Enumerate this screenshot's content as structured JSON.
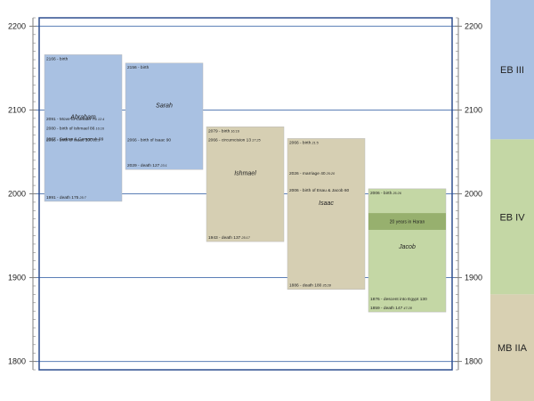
{
  "axis": {
    "min": 1790,
    "max": 2210,
    "ticks": [
      {
        "value": 2200,
        "label": "2200"
      },
      {
        "value": 2100,
        "label": "2100"
      },
      {
        "value": 2000,
        "label": "2000"
      },
      {
        "value": 1900,
        "label": "1900"
      },
      {
        "value": 1800,
        "label": "1800"
      }
    ]
  },
  "eras": [
    {
      "name": "EB III",
      "from": 2210,
      "to": 2065,
      "color": "#a9c1e2"
    },
    {
      "name": "EB IV",
      "from": 2065,
      "to": 1880,
      "color": "#c4d7a5"
    },
    {
      "name": "MB IIA",
      "from": 1880,
      "to": 1790,
      "color": "#d8d0b2"
    }
  ],
  "people": [
    {
      "name": "Abraham",
      "col": 0,
      "start": 2166,
      "end": 1991,
      "color": "#a9c1e2",
      "events": [
        {
          "year": 2166,
          "text": "2166 - birth",
          "ref": ""
        },
        {
          "year": 2091,
          "text": "2091 - Move to Canaan 75",
          "ref": "12:4"
        },
        {
          "year": 2080,
          "text": "2080 - birth of Ishmael 86",
          "ref": "16:16"
        },
        {
          "year": 2067,
          "text": "2067 - Sodom & Gomorrah 99",
          "ref": ""
        },
        {
          "year": 2066,
          "text": "2066 - birth of Isaac 100",
          "ref": "21:5"
        },
        {
          "year": 1991,
          "text": "1991 - death 175",
          "ref": "25:7"
        }
      ]
    },
    {
      "name": "Sarah",
      "col": 1,
      "start": 2156,
      "end": 2029,
      "color": "#a9c1e2",
      "events": [
        {
          "year": 2156,
          "text": "2156 - birth",
          "ref": ""
        },
        {
          "year": 2066,
          "text": "2066 - birth of Isaac 90",
          "ref": ""
        },
        {
          "year": 2029,
          "text": "2029 - death 127",
          "ref": "23:1"
        }
      ]
    },
    {
      "name": "Ishmael",
      "col": 2,
      "start": 2080,
      "end": 1943,
      "color": "#d6cfb3",
      "events": [
        {
          "year": 2080,
          "text": "2079 - birth",
          "ref": "16:16"
        },
        {
          "year": 2066,
          "text": "2066 - circumcision 13",
          "ref": "17:25"
        },
        {
          "year": 1943,
          "text": "1943 - death 137",
          "ref": "25:17"
        }
      ]
    },
    {
      "name": "Isaac",
      "col": 3,
      "start": 2066,
      "end": 1886,
      "color": "#d6cfb3",
      "events": [
        {
          "year": 2066,
          "text": "2066 - birth",
          "ref": "21:5"
        },
        {
          "year": 2026,
          "text": "2026 - marriage 40",
          "ref": "25:20"
        },
        {
          "year": 2006,
          "text": "2006 - birth of Esau & Jacob 60",
          "ref": ""
        },
        {
          "year": 1886,
          "text": "1886 - death 180",
          "ref": "35:28"
        }
      ]
    },
    {
      "name": "Jacob",
      "col": 4,
      "start": 2006,
      "end": 1859,
      "color": "#c4d7a5",
      "events": [
        {
          "year": 2006,
          "text": "2006 - birth",
          "ref": "25:26"
        },
        {
          "year": 1876,
          "text": "1876 - descent into Egypt 130",
          "ref": ""
        },
        {
          "year": 1859,
          "text": "1859 - death 147",
          "ref": "47:28"
        }
      ],
      "band": {
        "text": "20 years in Haran",
        "from": 1977,
        "to": 1957
      }
    }
  ]
}
